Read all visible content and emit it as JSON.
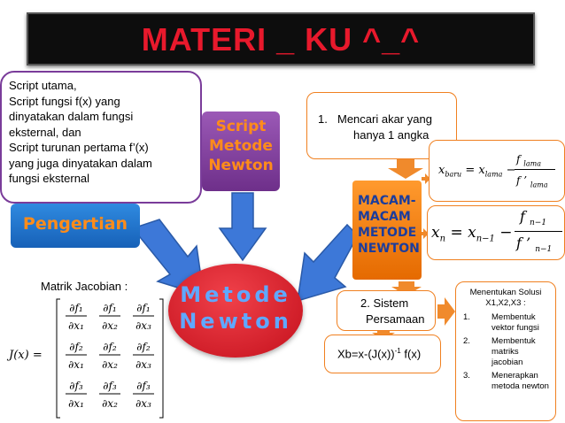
{
  "title": "MATERI _ KU ^_^",
  "script_callout": {
    "lines": [
      "Script utama,",
      "Script fungsi f(x) yang",
      "dinyatakan dalam fungsi",
      "eksternal, dan",
      "Script turunan pertama f’(x)",
      "yang juga dinyatakan dalam",
      "fungsi eksternal"
    ]
  },
  "script_metode": {
    "lines": [
      "Script",
      "Metode",
      "Newton"
    ]
  },
  "pengertian": "Pengertian",
  "center": {
    "lines": [
      "Metode",
      "Newton"
    ]
  },
  "jacobian_title": "Matrik Jacobian :",
  "jacobian_lhs": "J(x) =",
  "macam": {
    "lines": [
      "MACAM-",
      "MACAM",
      "METODE",
      "NEWTON"
    ]
  },
  "mencari": {
    "number": "1.",
    "text_line1": "Mencari akar yang",
    "text_line2": "hanya 1 angka"
  },
  "formula1": {
    "lhs": "x",
    "lhs_sub": "baru",
    "eq": "=",
    "x2": "x",
    "x2_sub": "lama",
    "minus": "−",
    "num": "f",
    "num_sub": "lama",
    "den": "f ’",
    "den_sub": "lama"
  },
  "formula2": {
    "lhs": "x",
    "lhs_sub": "n",
    "eq": "=",
    "x2": "x",
    "x2_sub": "n−1",
    "minus": "−",
    "num": "f",
    "num_sub": "n−1",
    "den": "f ’",
    "den_sub": "n−1"
  },
  "sistem": {
    "line1": "2. Sistem",
    "line2": "Persamaan"
  },
  "xb_formula": {
    "text": "Xb=x-(J(x))",
    "sup": "-1",
    "tail": " f(x)"
  },
  "solusi": {
    "title_line1": "Menentukan Solusi",
    "title_line2": "X1,X2,X3 :",
    "items": [
      {
        "num": "1.",
        "text": "Membentuk vektor fungsi"
      },
      {
        "num": "2.",
        "text": "Membentuk matriks jacobian"
      },
      {
        "num": "3.",
        "text": "Menerapkan metoda newton"
      }
    ]
  },
  "colors": {
    "title_bg": "#0d0d0d",
    "title_text": "#e8192c",
    "purple": "#8e44ad",
    "blue": "#1f74d0",
    "orange": "#f47e17",
    "red": "#d0202c",
    "arrow_blue": "#3d78d8",
    "arrow_orange": "#f08a2c"
  }
}
